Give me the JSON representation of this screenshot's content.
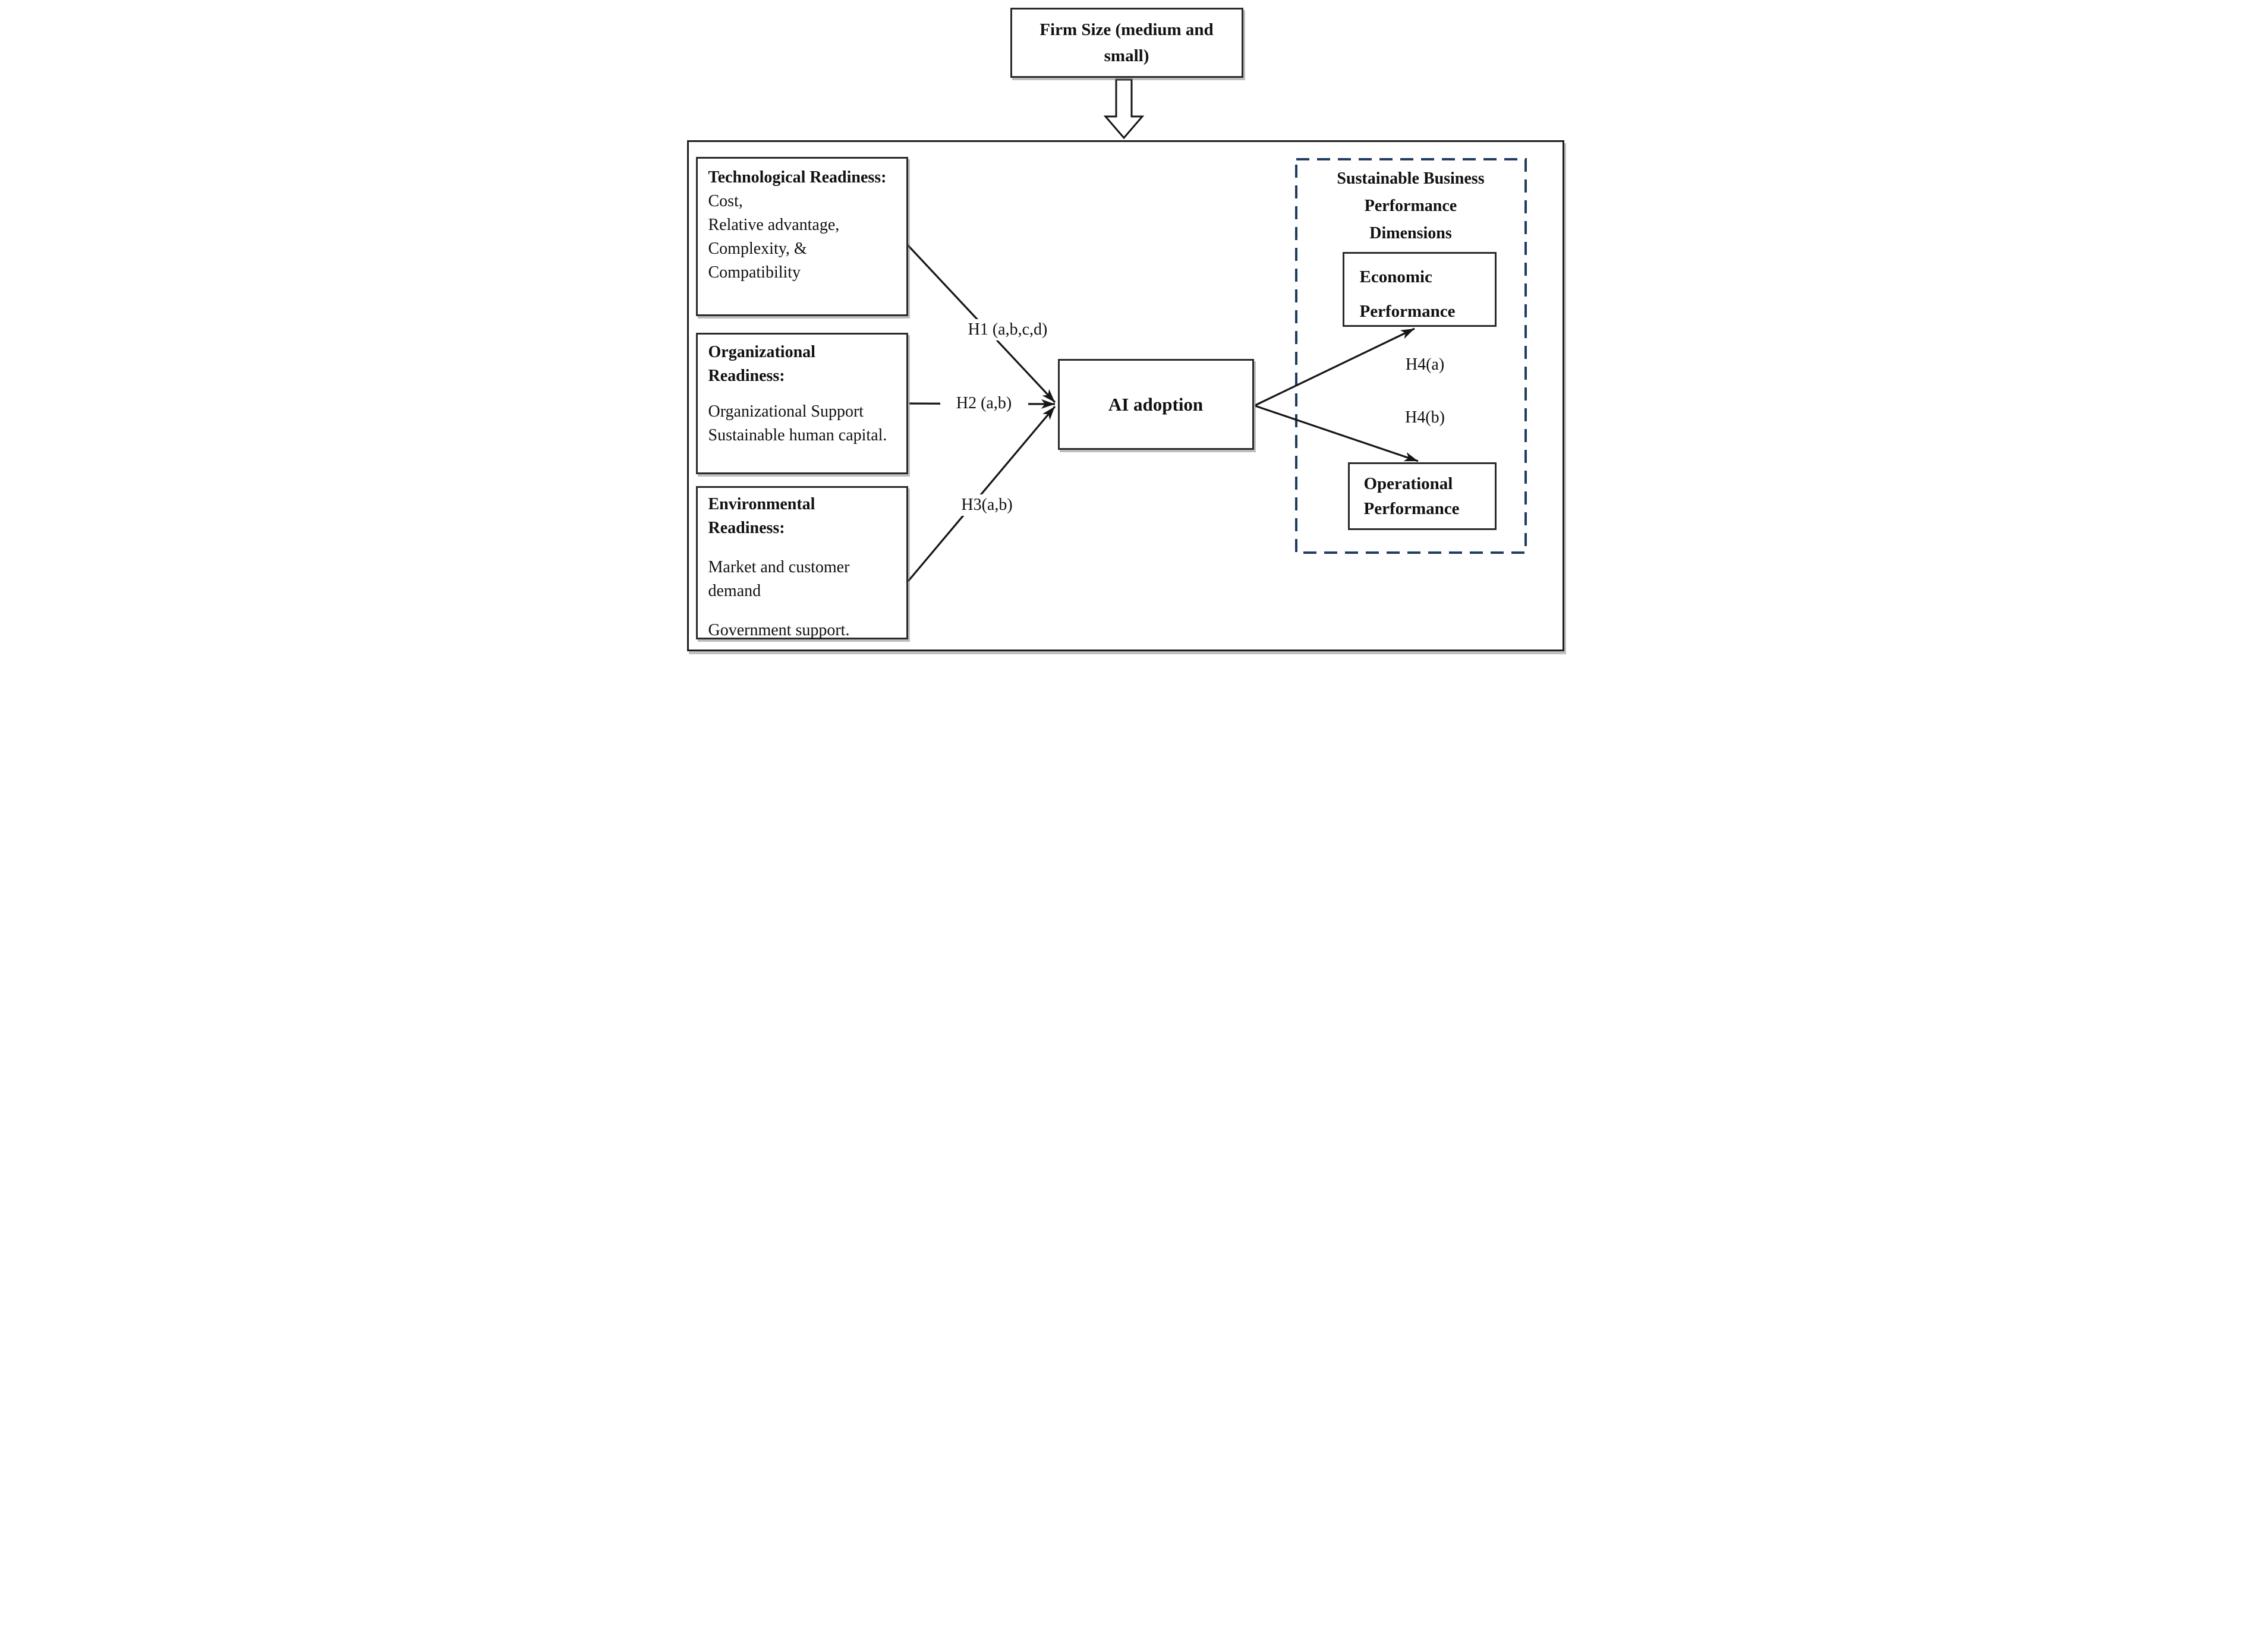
{
  "colors": {
    "dashed_border": "#1f3c61",
    "line": "#161616"
  },
  "diagram": {
    "firm_size_box": {
      "label": "Firm Size (medium and small)"
    },
    "technological_box": {
      "title": "Technological Readiness:",
      "items": [
        "Cost,",
        "Relative advantage,",
        "Complexity, &",
        "Compatibility"
      ]
    },
    "organizational_box": {
      "title": "Organizational Readiness:",
      "items": [
        "Organizational Support",
        "Sustainable human capital."
      ]
    },
    "environmental_box": {
      "title": "Environmental Readiness:",
      "items": [
        "Market and customer demand",
        "Government support."
      ]
    },
    "ai_adoption_box": {
      "label": "AI adoption"
    },
    "hypothesis_labels": {
      "h1": "H1 (a,b,c,d)",
      "h2": "H2 (a,b)",
      "h3": "H3(a,b)",
      "h4a": "H4(a)",
      "h4b": "H4(b)"
    },
    "outcome_group": {
      "title_lines": [
        "Sustainable Business",
        "Performance",
        "Dimensions"
      ],
      "economic_box": {
        "label": "Economic Performance"
      },
      "operational_box": {
        "label": "Operational Performance"
      }
    }
  }
}
